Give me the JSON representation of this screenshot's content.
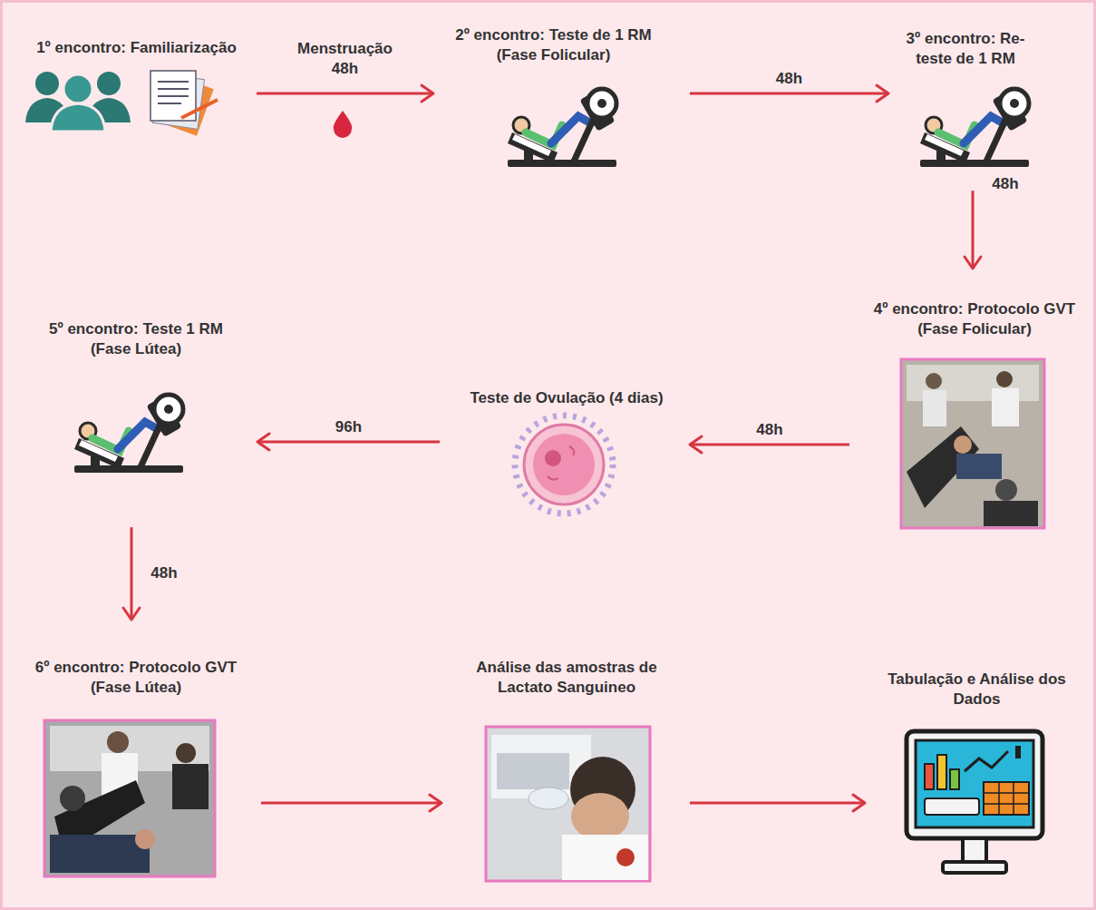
{
  "diagram": {
    "nodes": [
      {
        "text": [
          "1º encontro: Familiarização"
        ]
      },
      {
        "text": [
          "2º encontro: Teste de 1 RM (Fase Folicular)"
        ]
      },
      {
        "text": [
          "3º encontro: Re-teste de 1 RM"
        ]
      },
      {
        "text": [
          "4º encontro: Protocolo GVT (Fase Folicular)"
        ]
      },
      {
        "text": [
          "Teste de Ovulação (4 dias)"
        ]
      },
      {
        "text": [
          "5º encontro: Teste 1 RM (Fase Lútea)"
        ]
      },
      {
        "text": [
          "6º encontro: Protocolo GVT (Fase Lútea)"
        ]
      },
      {
        "text": [
          "Análise das amostras de Lactato Sanguineo"
        ]
      },
      {
        "text": [
          "Tabulação e Análise dos Dados"
        ]
      }
    ],
    "edges": [
      {
        "from": 0,
        "to": 1,
        "arrow": "to",
        "label": "Menstruação 48h"
      },
      {
        "from": 1,
        "to": 2,
        "arrow": "to",
        "label": "48h"
      },
      {
        "from": 2,
        "to": 3,
        "arrow": "to",
        "label": "48h"
      },
      {
        "from": 3,
        "to": 4,
        "arrow": "to",
        "label": "48h"
      },
      {
        "from": 4,
        "to": 5,
        "arrow": "to",
        "label": "96h"
      },
      {
        "from": 5,
        "to": 6,
        "arrow": "to",
        "label": "48h"
      },
      {
        "from": 6,
        "to": 7,
        "arrow": "to"
      },
      {
        "from": 7,
        "to": 8,
        "arrow": "to"
      }
    ]
  }
}
